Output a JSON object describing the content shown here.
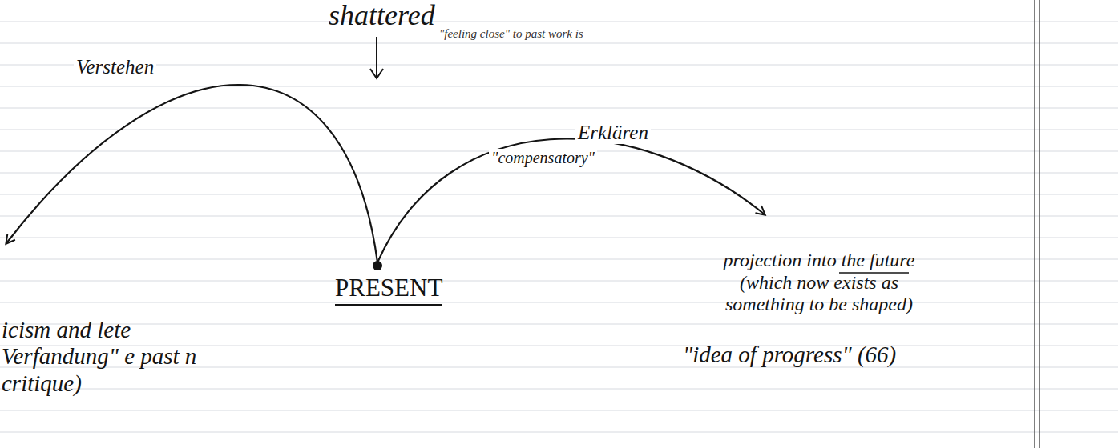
{
  "diagram": {
    "nodes": [
      {
        "text": [
          "PRESENT"
        ]
      },
      {
        "text": [
          "icism and lete Verfandung\" e past n critique)"
        ]
      },
      {
        "text": [
          "projection into the future (which now exists as something to be shaped)"
        ]
      }
    ],
    "edges": [
      {
        "from": 0,
        "to": 1,
        "arrow": "to",
        "label": "Verstehen"
      },
      {
        "from": 0,
        "to": 2,
        "arrow": "to",
        "label": "Erklären"
      }
    ],
    "labels": [
      "shattered",
      "\"feeling close\" to past work is",
      "\"compensatory\"",
      "\"idea of progress\" (66)"
    ]
  }
}
